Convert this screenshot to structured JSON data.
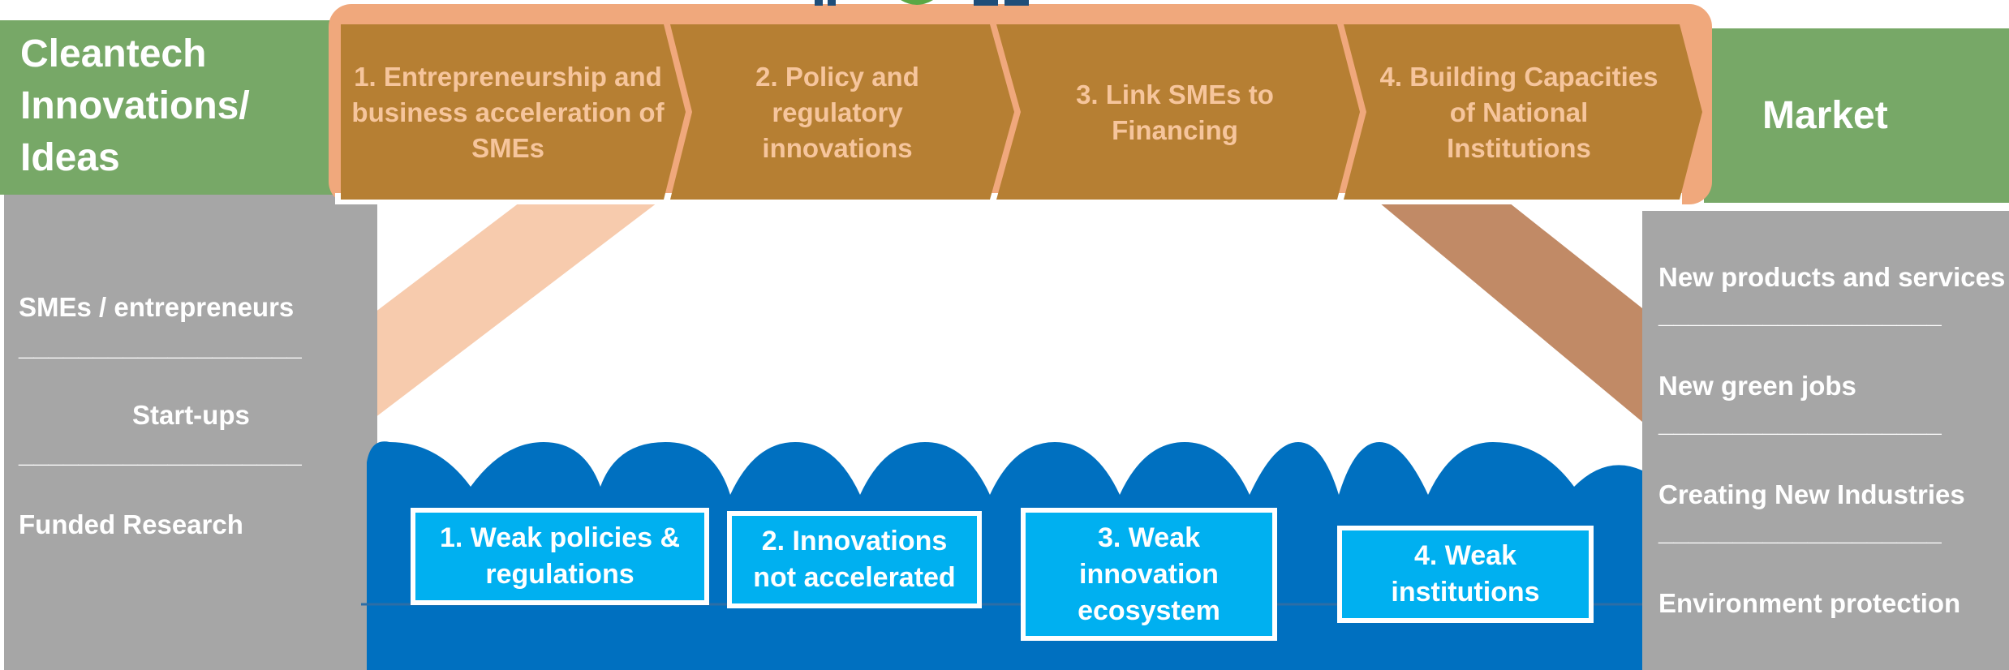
{
  "left_header": {
    "lines": [
      "Cleantech",
      "Innovations/",
      "Ideas"
    ]
  },
  "left_items": {
    "items": [
      "SMEs / entrepreneurs",
      "Start-ups",
      "Funded Research"
    ],
    "separator": "___________________"
  },
  "steps": [
    {
      "lines": [
        "1. Entrepreneurship and",
        "business acceleration of",
        "SMEs"
      ]
    },
    {
      "lines": [
        "2. Policy and",
        "regulatory",
        "innovations"
      ]
    },
    {
      "lines": [
        "3. Link SMEs to",
        "Financing"
      ]
    },
    {
      "lines": [
        "4. Building Capacities",
        "of National",
        "Institutions"
      ]
    }
  ],
  "right_header": {
    "label": "Market"
  },
  "right_items": {
    "items": [
      "New products and services",
      "New green jobs",
      "Creating New Industries",
      "Environment protection"
    ],
    "separator": "___________________"
  },
  "problems": [
    {
      "lines": [
        "1. Weak policies &",
        "regulations"
      ]
    },
    {
      "lines": [
        "2. Innovations",
        "not accelerated"
      ]
    },
    {
      "lines": [
        "3. Weak",
        "innovation",
        "ecosystem"
      ]
    },
    {
      "lines": [
        "4. Weak",
        "institutions"
      ]
    }
  ],
  "colors": {
    "green": "#77a867",
    "grey": "#a6a6a6",
    "chevron_fill": "#b67f33",
    "chevron_border": "#f0a87c",
    "chevron_text": "#f6c59c",
    "water": "#0070c0",
    "problem_box": "#00b0f0"
  }
}
